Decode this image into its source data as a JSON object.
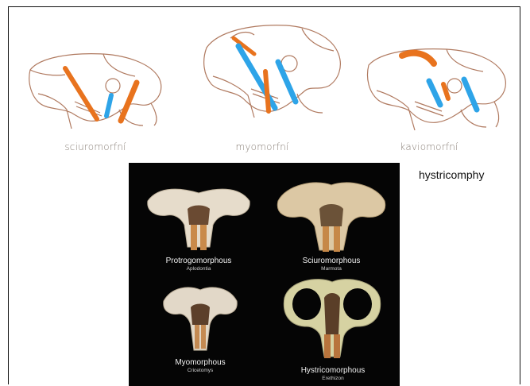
{
  "diagrams": [
    {
      "caption": "sciuromorfní"
    },
    {
      "caption": "myomorfní"
    },
    {
      "caption": "kaviomorfní"
    }
  ],
  "side_label": "hystricomphy",
  "photos": [
    {
      "title": "Protrogomorphous",
      "subtitle": "Aplodontia"
    },
    {
      "title": "Sciuromorphous",
      "subtitle": "Marmota"
    },
    {
      "title": "Myomorphous",
      "subtitle": "Cricetomys"
    },
    {
      "title": "Hystricomorphous",
      "subtitle": "Erethizon"
    }
  ],
  "colors": {
    "masseter_orange": "#e8731e",
    "masseter_blue": "#2ea4e8",
    "outline": "#b07a60",
    "photo_background": "#050505"
  }
}
